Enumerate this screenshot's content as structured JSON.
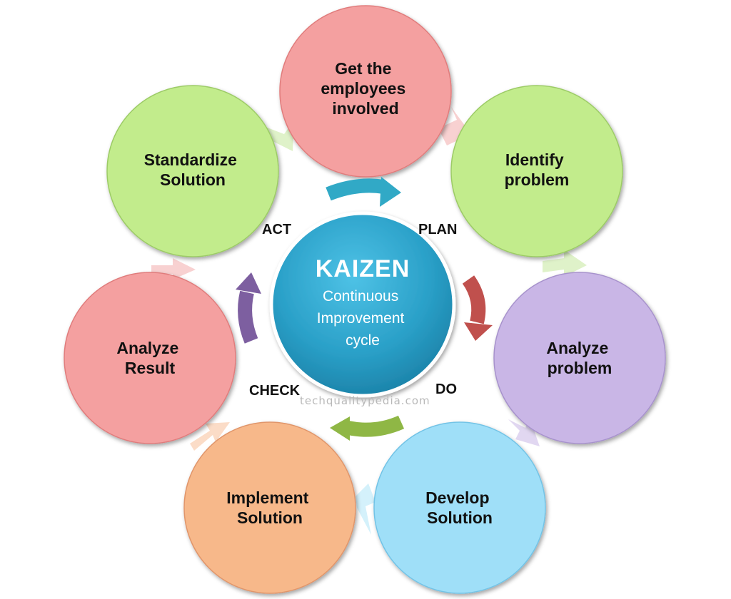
{
  "center": {
    "title": "KAIZEN",
    "subtitle_lines": [
      "Continuous",
      "Improvement",
      "cycle"
    ]
  },
  "steps": [
    {
      "lines": [
        "Get the",
        "employees",
        "involved"
      ],
      "color": "#f4a0a0"
    },
    {
      "lines": [
        "Identify",
        "problem"
      ],
      "color": "#c2ec8c"
    },
    {
      "lines": [
        "Analyze",
        "problem"
      ],
      "color": "#c9b6e6"
    },
    {
      "lines": [
        "Develop",
        "Solution"
      ],
      "color": "#9fdff8"
    },
    {
      "lines": [
        "Implement",
        "Solution"
      ],
      "color": "#f7b88a"
    },
    {
      "lines": [
        "Analyze",
        "Result"
      ],
      "color": "#f4a0a0"
    },
    {
      "lines": [
        "Standardize",
        "Solution"
      ],
      "color": "#c2ec8c"
    }
  ],
  "phases": {
    "plan": "PLAN",
    "do": "DO",
    "check": "CHECK",
    "act": "ACT"
  },
  "phase_arrow_colors": {
    "plan": "#31a9c6",
    "do": "#c0504d",
    "check": "#8fb745",
    "act": "#7d5fa0"
  },
  "watermark": "techqualitypedia.com"
}
